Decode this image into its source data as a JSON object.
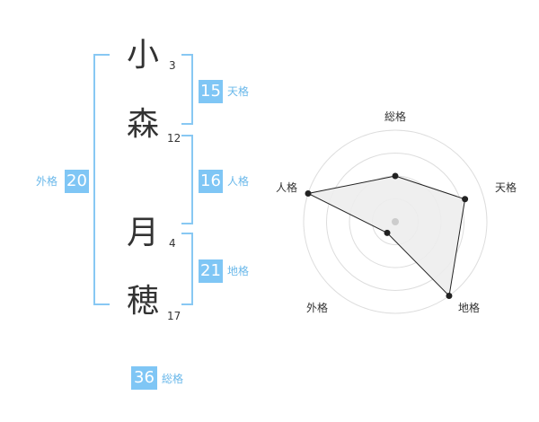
{
  "name": {
    "chars": [
      {
        "char": "小",
        "strokes": "3"
      },
      {
        "char": "森",
        "strokes": "12"
      },
      {
        "char": "月",
        "strokes": "4"
      },
      {
        "char": "穂",
        "strokes": "17"
      }
    ]
  },
  "fortune": {
    "tenkaku": {
      "value": "15",
      "label": "天格"
    },
    "jinkaku": {
      "value": "16",
      "label": "人格"
    },
    "chikaku": {
      "value": "21",
      "label": "地格"
    },
    "gaikaku": {
      "value": "20",
      "label": "外格"
    },
    "soukaku": {
      "value": "36",
      "label": "総格"
    }
  },
  "radar": {
    "axes": [
      "総格",
      "天格",
      "地格",
      "外格",
      "人格"
    ],
    "values": [
      0.5,
      0.8,
      1.0,
      0.15,
      1.0
    ],
    "colors": {
      "fill": "#ededed",
      "line": "#222222",
      "ring": "#dddddd",
      "center": "#cccccc"
    }
  }
}
